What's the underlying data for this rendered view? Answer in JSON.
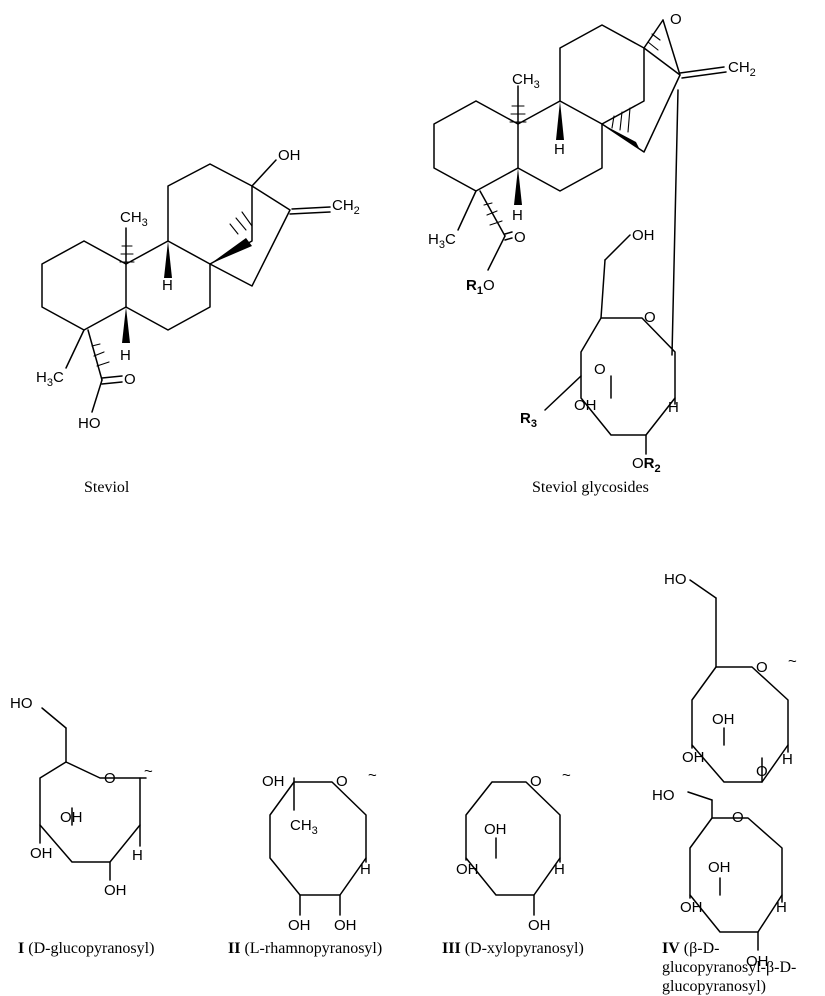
{
  "captions": {
    "steviol": "Steviol",
    "glycosides": "Steviol glycosides",
    "s1_num": "I",
    "s1_name": " (D-glucopyranosyl)",
    "s2_num": "II",
    "s2_name": " (L-rhamnopyranosyl)",
    "s3_num": "III",
    "s3_name": " (D-xylopyranosyl)",
    "s4_num": "IV",
    "s4_line1": " (β-D-",
    "s4_line2": "glucopyranosyl-β-D-",
    "s4_line3": "glucopyranosyl)"
  },
  "atoms": {
    "oh": "OH",
    "ho": "HO",
    "h": "H",
    "o": "O",
    "ch3": "CH",
    "sub3": "3",
    "ch2": "CH",
    "sub2": "2",
    "h3c_h": "H",
    "h3c_c": "C",
    "r": "R",
    "r1": "1",
    "r2": "2",
    "r3": "3",
    "wave": "~"
  }
}
